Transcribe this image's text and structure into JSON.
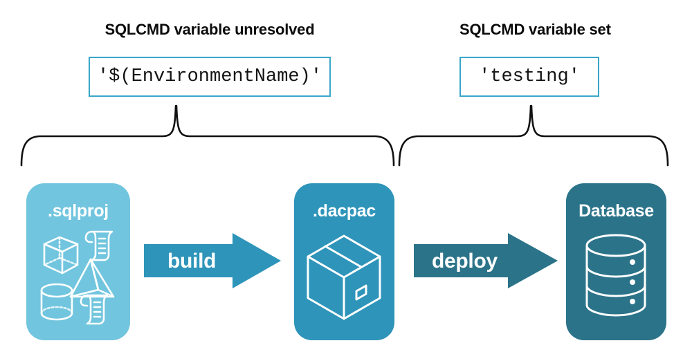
{
  "diagram": {
    "title_implicit": "SQLCMD variable resolution through build and deploy",
    "annotations": [
      {
        "heading": "SQLCMD variable unresolved",
        "value": "'$(EnvironmentName)'",
        "scope": "build-stage"
      },
      {
        "heading": "SQLCMD variable set",
        "value": "'testing'",
        "scope": "deploy-stage"
      }
    ],
    "nodes": [
      {
        "id": "sqlproj",
        "label": ".sqlproj",
        "icon": "project-shapes-icon",
        "color": "#71c5de"
      },
      {
        "id": "dacpac",
        "label": ".dacpac",
        "icon": "package-box-icon",
        "color": "#2e94b9"
      },
      {
        "id": "database",
        "label": "Database",
        "icon": "database-cylinder-icon",
        "color": "#2b7389"
      }
    ],
    "arrows": [
      {
        "id": "build",
        "label": "build",
        "color": "#2e94b9",
        "from": "sqlproj",
        "to": "dacpac"
      },
      {
        "id": "deploy",
        "label": "deploy",
        "color": "#2b7389",
        "from": "dacpac",
        "to": "database"
      }
    ],
    "braces": [
      {
        "id": "brace-build",
        "covers": "sqlproj-to-dacpac"
      },
      {
        "id": "brace-deploy",
        "covers": "dacpac-to-database"
      }
    ],
    "colors": {
      "light_blue": "#71c5de",
      "medium_teal": "#2e94b9",
      "dark_teal": "#2b7389",
      "box_border": "#3aa6c9",
      "text": "#0b0b0b",
      "background": "#ffffff"
    }
  }
}
